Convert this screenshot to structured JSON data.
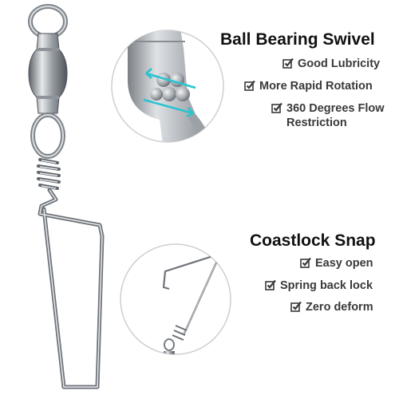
{
  "swivel_section": {
    "title": "Ball Bearing Swivel",
    "features": [
      {
        "icon": "check-box-icon",
        "text": "Good Lubricity"
      },
      {
        "icon": "check-box-icon",
        "text": "More Rapid Rotation"
      },
      {
        "icon": "check-box-icon",
        "lines": [
          "360 Degrees Flow",
          "Restriction"
        ]
      }
    ]
  },
  "snap_section": {
    "title": "Coastlock Snap",
    "features": [
      {
        "icon": "check-box-icon",
        "text": "Easy open"
      },
      {
        "icon": "check-box-icon",
        "text": "Spring back lock"
      },
      {
        "icon": "check-box-icon",
        "text": "Zero deform"
      }
    ]
  },
  "colors": {
    "metal": "#b4b8bd",
    "metal_dark": "#6d7278",
    "circle_border": "#cfcfcf",
    "rotation_arrow": "#28c4cf",
    "text": "#3a3a3a"
  }
}
